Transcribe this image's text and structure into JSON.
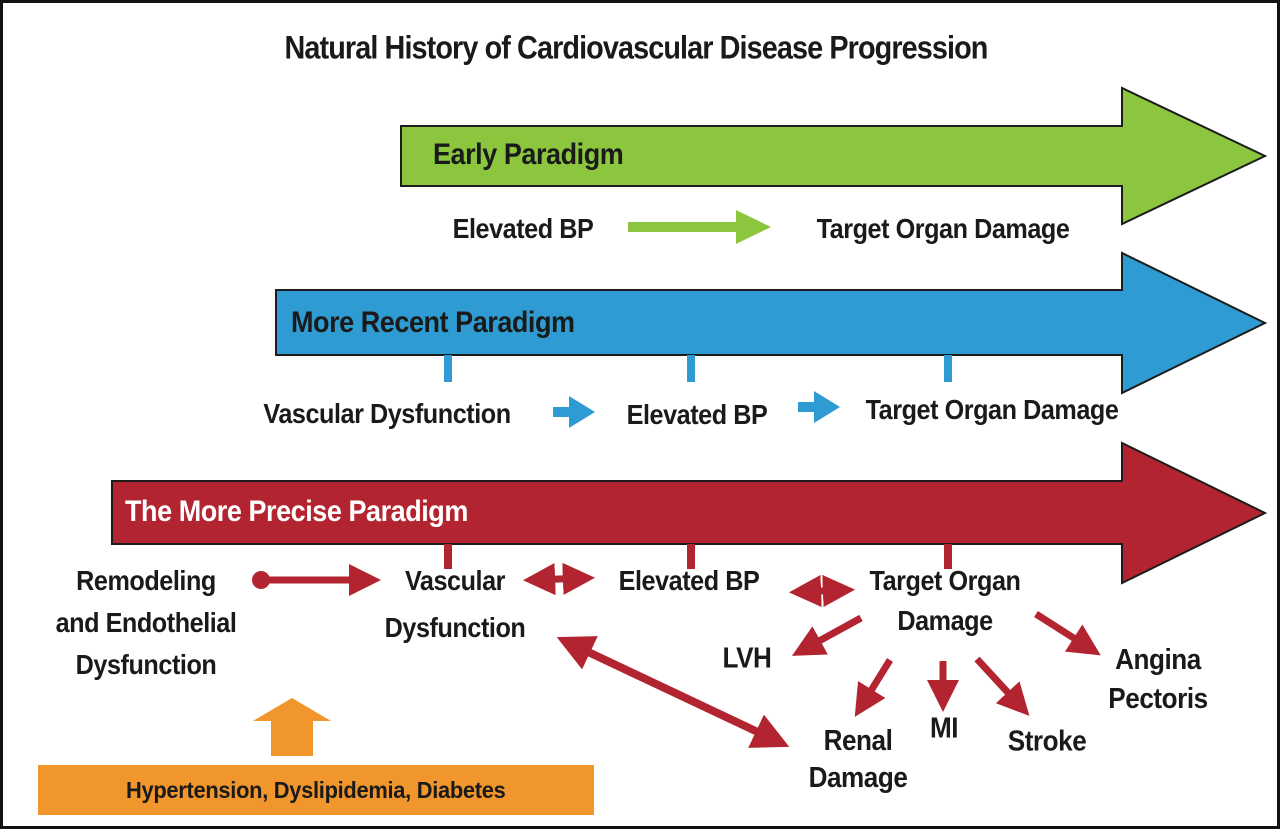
{
  "title": "Natural History of Cardiovascular Disease Progression",
  "colors": {
    "green": "#8cc63e",
    "blue": "#2e9cd2",
    "red": "#b32431",
    "orange": "#f0962d",
    "outline": "#1c1c1c",
    "text": "#1a1a1a",
    "label_on_red": "#ffffff"
  },
  "early": {
    "label": "Early Paradigm",
    "steps": [
      "Elevated BP",
      "Target Organ Damage"
    ]
  },
  "recent": {
    "label": "More Recent Paradigm",
    "steps": [
      "Vascular Dysfunction",
      "Elevated BP",
      "Target Organ Damage"
    ]
  },
  "precise": {
    "label": "The More Precise Paradigm",
    "remodeling": [
      "Remodeling",
      "and Endothelial",
      "Dysfunction"
    ],
    "vascular": [
      "Vascular",
      "Dysfunction"
    ],
    "elevated_bp": "Elevated BP",
    "target_organ": [
      "Target Organ",
      "Damage"
    ],
    "outcomes": {
      "lvh": "LVH",
      "renal": [
        "Renal",
        "Damage"
      ],
      "mi": "MI",
      "stroke": "Stroke",
      "angina": [
        "Angina",
        "Pectoris"
      ]
    }
  },
  "risk_box": {
    "label": "Hypertension, Dyslipidemia, Diabetes"
  }
}
